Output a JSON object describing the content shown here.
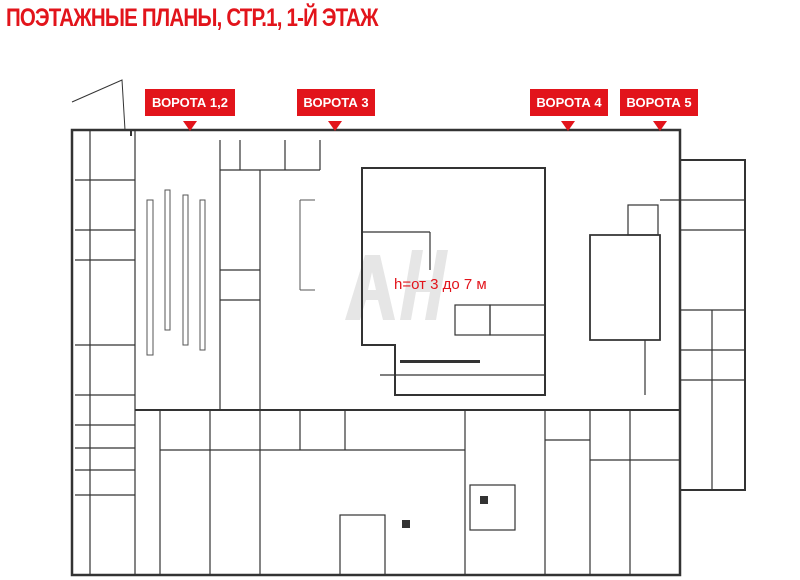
{
  "title": "ПОЭТАЖНЫЕ ПЛАНЫ, СТР.1, 1-Й ЭТАЖ",
  "gates": [
    {
      "label": "ВОРОТА 1,2"
    },
    {
      "label": "ВОРОТА 3"
    },
    {
      "label": "ВОРОТА 4"
    },
    {
      "label": "ВОРОТА 5"
    }
  ],
  "height_note": "h=от 3 до 7 м",
  "colors": {
    "accent": "#e2141b"
  }
}
